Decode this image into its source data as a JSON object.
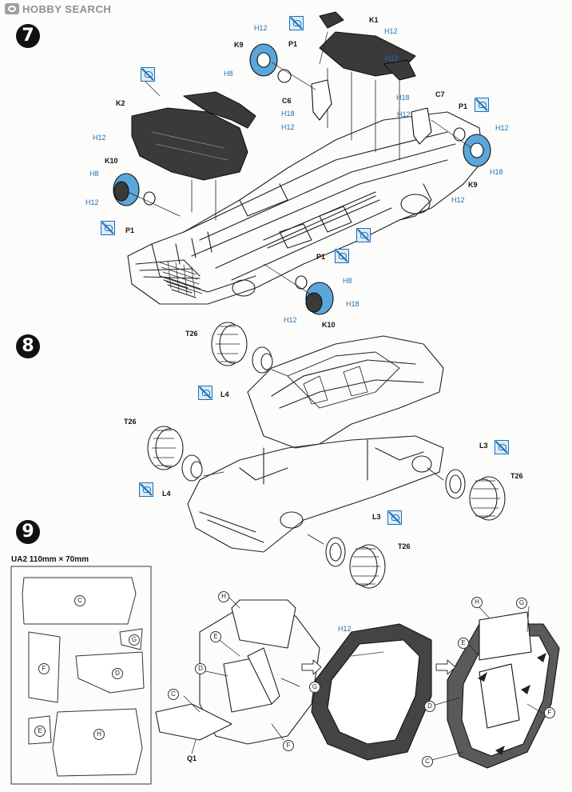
{
  "watermark": {
    "brand": "HOBBY SEARCH"
  },
  "steps": [
    {
      "number": "7"
    },
    {
      "number": "8"
    },
    {
      "number": "9"
    }
  ],
  "colors": {
    "blue": "#1d6fb8",
    "wheel_blue": "#5ba6db",
    "ink": "#222222",
    "dark_part": "#3a3a3a"
  },
  "icons": {
    "no_paint": "no-paint-icon",
    "arrow": "assembly-arrow-icon"
  },
  "step7": {
    "parts": {
      "k1": "K1",
      "k2": "K2",
      "k9_left": "K9",
      "k9_right": "K9",
      "k10_left": "K10",
      "k10_right": "K10",
      "p1_top": "P1",
      "p1_right": "P1",
      "p1_left": "P1",
      "p1_bottom": "P1",
      "c6": "C6",
      "c7": "C7"
    },
    "colors": {
      "h8": "H8",
      "h12": "H12",
      "h18": "H18"
    }
  },
  "step8": {
    "parts": {
      "t26_a": "T26",
      "t26_b": "T26",
      "t26_c": "T26",
      "t26_d": "T26",
      "l4_a": "L4",
      "l4_b": "L4",
      "l3_a": "L3",
      "l3_b": "L3"
    }
  },
  "step9": {
    "sheet": {
      "title": "UA2  110mm × 70mm"
    },
    "mask_labels": {
      "c": "C",
      "g": "G",
      "f": "F",
      "d": "D",
      "e": "E",
      "h": "H"
    },
    "parts": {
      "q1": "Q1"
    },
    "colors": {
      "h12": "H12"
    }
  }
}
